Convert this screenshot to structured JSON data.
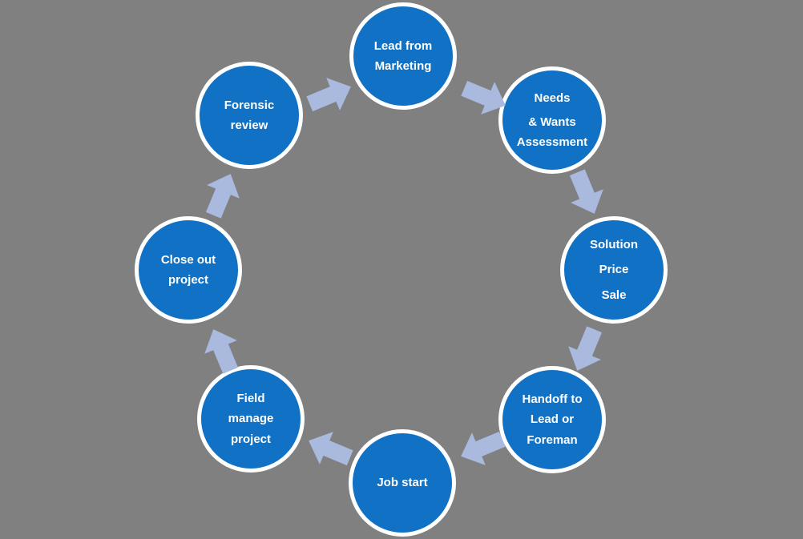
{
  "diagram": {
    "type": "circular-process-cycle",
    "direction": "clockwise",
    "colors": {
      "background": "#808080",
      "node_fill": "#1171c5",
      "node_border": "#ffffff",
      "node_text": "#ffffff",
      "arrow_fill": "#a9bade"
    },
    "nodes": [
      {
        "id": "lead",
        "label": "Lead from Marketing",
        "lines": [
          "Lead from",
          "Marketing"
        ]
      },
      {
        "id": "needs",
        "label": "Needs & Wants Assessment",
        "lines": [
          "Needs",
          "& Wants",
          "Assessment"
        ]
      },
      {
        "id": "solution",
        "label": "Solution Price Sale",
        "lines": [
          "Solution",
          "Price",
          "Sale"
        ]
      },
      {
        "id": "handoff",
        "label": "Handoff to Lead or Foreman",
        "lines": [
          "Handoff to",
          "Lead  or",
          "Foreman"
        ]
      },
      {
        "id": "job",
        "label": "Job start",
        "lines": [
          "Job start"
        ]
      },
      {
        "id": "field",
        "label": "Field manage project",
        "lines": [
          "Field",
          "manage",
          "project"
        ]
      },
      {
        "id": "close",
        "label": "Close out project",
        "lines": [
          "Close out",
          "project"
        ]
      },
      {
        "id": "forensic",
        "label": "Forensic review",
        "lines": [
          "Forensic",
          "review"
        ]
      }
    ],
    "arrows": [
      {
        "from": "forensic",
        "to": "lead"
      },
      {
        "from": "lead",
        "to": "needs"
      },
      {
        "from": "needs",
        "to": "solution"
      },
      {
        "from": "solution",
        "to": "handoff"
      },
      {
        "from": "handoff",
        "to": "job"
      },
      {
        "from": "job",
        "to": "field"
      },
      {
        "from": "field",
        "to": "close"
      },
      {
        "from": "close",
        "to": "forensic"
      }
    ]
  }
}
